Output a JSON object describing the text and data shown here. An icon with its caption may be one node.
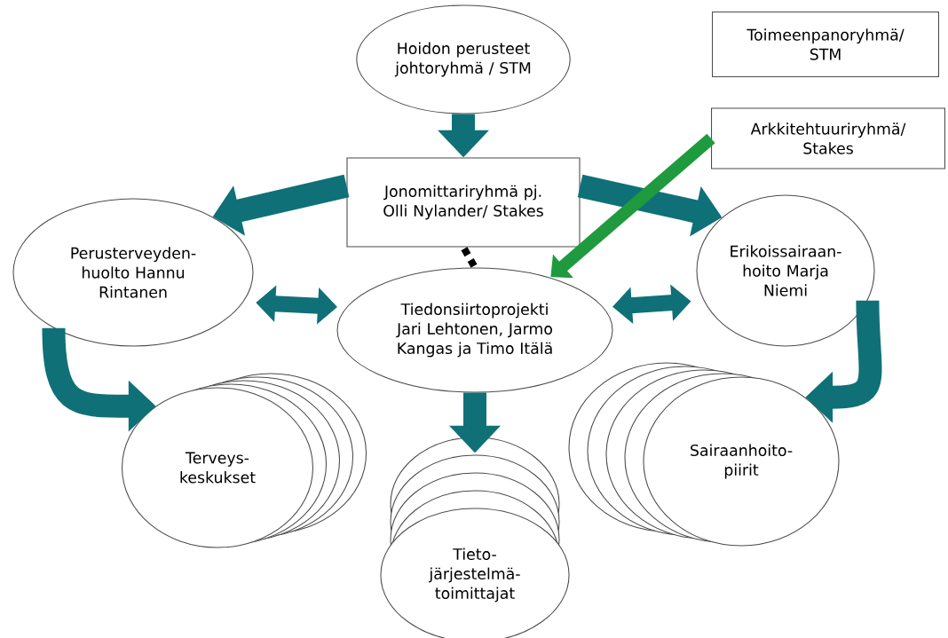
{
  "diagram": {
    "nodes": [
      {
        "text": [
          "Hoidon perusteet johtoryhmä / STM"
        ]
      },
      {
        "text": [
          "Toimeenpanoryhmä/ STM"
        ]
      },
      {
        "text": [
          "Jonomittariryhmä pj. Olli Nylander/ Stakes"
        ]
      },
      {
        "text": [
          "Arkkitehtuuriryhmä/ Stakes"
        ]
      },
      {
        "text": [
          "Perusterveyden-huolto Hannu Rintanen"
        ]
      },
      {
        "text": [
          "Tiedonsiirtoprojekti Jari Lehtonen, Jarmo Kangas ja Timo Itälä"
        ]
      },
      {
        "text": [
          "Erikoissairaan-hoito Marja Niemi"
        ]
      },
      {
        "text": [
          "Terveys-keskukset"
        ]
      },
      {
        "text": [
          "Tieto-järjestelmä-toimittajat"
        ]
      },
      {
        "text": [
          "Sairaanhoito-piirit"
        ]
      }
    ],
    "edges": [
      {
        "from": 0,
        "to": 2,
        "arrow": "to"
      },
      {
        "from": 2,
        "to": 4,
        "arrow": "to"
      },
      {
        "from": 2,
        "to": 6,
        "arrow": "to"
      },
      {
        "from": 3,
        "to": 5,
        "arrow": "to",
        "color": "#1f9a3e"
      },
      {
        "from": 4,
        "to": 5,
        "arrow": "both"
      },
      {
        "from": 5,
        "to": 6,
        "arrow": "both"
      },
      {
        "from": 4,
        "to": 7,
        "arrow": "to"
      },
      {
        "from": 6,
        "to": 9,
        "arrow": "to"
      },
      {
        "from": 5,
        "to": 8,
        "arrow": "to"
      },
      {
        "from": 2,
        "to": 5,
        "arrow": "none",
        "style": "dashed",
        "color": "#000000"
      }
    ]
  }
}
